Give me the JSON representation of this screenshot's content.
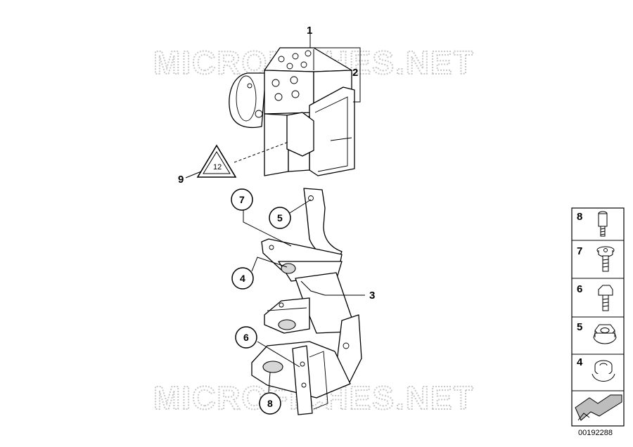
{
  "watermark": "MICROFICHES.NET",
  "callouts": {
    "c1": "1",
    "c2": "2",
    "c3": "3",
    "c4": "4",
    "c5": "5",
    "c6": "6",
    "c7": "7",
    "c8": "8",
    "c9": "9"
  },
  "legend": {
    "items": [
      {
        "label": "8",
        "icon": "spacer-bolt-icon"
      },
      {
        "label": "7",
        "icon": "flange-screw-icon"
      },
      {
        "label": "6",
        "icon": "hex-bolt-icon"
      },
      {
        "label": "5",
        "icon": "hex-nut-icon"
      },
      {
        "label": "4",
        "icon": "rubber-mount-icon"
      }
    ],
    "arrow_icon": "direction-arrow-icon"
  },
  "diagram_code": "00192288",
  "warning_label": "12"
}
